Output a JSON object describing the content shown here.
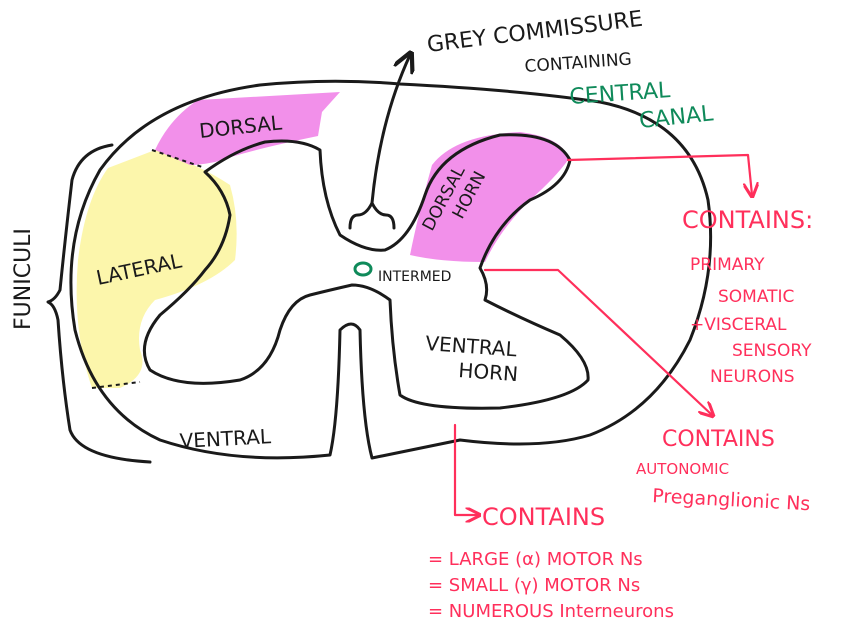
{
  "colors": {
    "ink": "#1a1a1a",
    "annotation": "#ff2f5b",
    "canal_label": "#0f8a5a",
    "dorsal_highlight": "#f07de6",
    "lateral_highlight": "#fbf59c"
  },
  "top_label": {
    "line1": "GREY COMMISSURE",
    "line2": "CONTAINING",
    "green1": "CENTRAL",
    "green2": "CANAL"
  },
  "regions": {
    "funiculi": "FUNICULI",
    "dorsal": "DORSAL",
    "lateral": "LATERAL",
    "ventral": "VENTRAL",
    "dorsal_horn_1": "DORSAL",
    "dorsal_horn_2": "HORN",
    "intermed": "INTERMED",
    "ventral_horn_1": "VENTRAL",
    "ventral_horn_2": "HORN"
  },
  "dorsal_horn_note": {
    "title": "CONTAINS:",
    "lines": [
      "PRIMARY",
      "SOMATIC",
      "+VISCERAL",
      "SENSORY",
      "NEURONS"
    ]
  },
  "intermed_note": {
    "title": "CONTAINS",
    "lines": [
      "AUTONOMIC",
      "Preganglionic Ns"
    ]
  },
  "ventral_horn_note": {
    "title": "CONTAINS",
    "lines": [
      "= LARGE (α) MOTOR Ns",
      "= SMALL (γ) MOTOR Ns",
      "= NUMEROUS Interneurons"
    ]
  }
}
